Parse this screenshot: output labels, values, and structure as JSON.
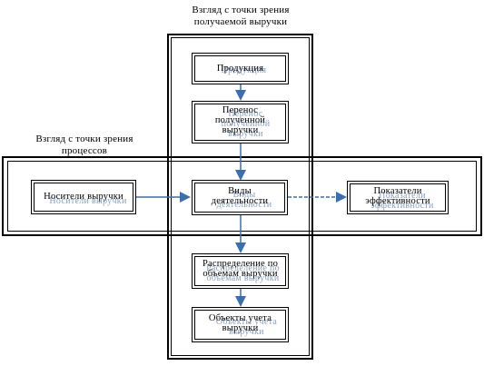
{
  "captions": {
    "revenue_view": "Взгляд с точки зрения получаемой выручки",
    "process_view": "Взгляд с точки зрения процессов"
  },
  "boxes": {
    "production": "Продукция",
    "transfer": "Перенос полученной выручки",
    "carriers": "Носители выручки",
    "activities": "Виды деятельности",
    "indicators": "Показатели эффективности",
    "distribution": "Распределение по объемам выручки",
    "objects": "Объекты учета выручки"
  },
  "colors": {
    "arrow": "#3a6fb3",
    "line": "#000000",
    "ghost_text": "#8aa0c0"
  }
}
